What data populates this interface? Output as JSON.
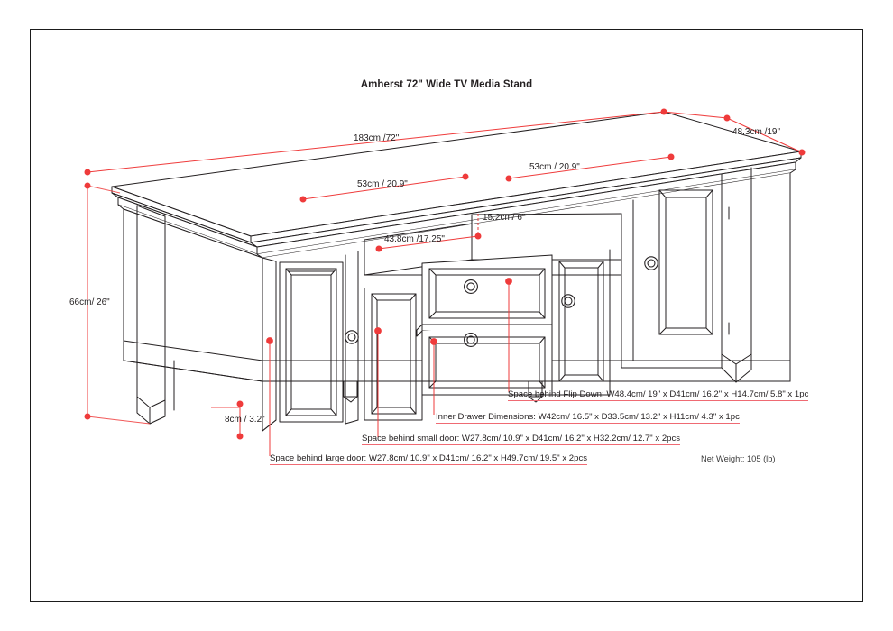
{
  "title": "Amherst 72\" Wide TV Media Stand",
  "dimensions": {
    "overall_width": "183cm /72\"",
    "overall_depth": "48.3cm /19\"",
    "overall_height": "66cm/ 26\"",
    "left_section_width": "53cm / 20.9\"",
    "right_section_width": "53cm / 20.9\"",
    "shelf_height": "15.2cm/ 6\"",
    "center_opening_width": "43.8cm /17.25\"",
    "leg_height": "8cm / 3.2\""
  },
  "callouts": [
    "Space behind Flip Down: W48.4cm/ 19\" x D41cm/ 16.2\" x H14.7cm/ 5.8\" x 1pc",
    "Inner Drawer Dimensions: W42cm/ 16.5\" x D33.5cm/ 13.2\" x H11cm/ 4.3\" x 1pc",
    "Space behind small door: W27.8cm/ 10.9\" x D41cm/ 16.2\" x H32.2cm/ 12.7\" x 2pcs",
    "Space behind large door: W27.8cm/ 10.9\" x D41cm/ 16.2\" x H49.7cm/ 19.5\" x 2pcs"
  ],
  "net_weight": "Net Weight: 105 (lb)",
  "colors": {
    "line": "#231f20",
    "accent": "#ef3b3b",
    "accent_soft": "#ef6a73",
    "background": "#ffffff"
  }
}
